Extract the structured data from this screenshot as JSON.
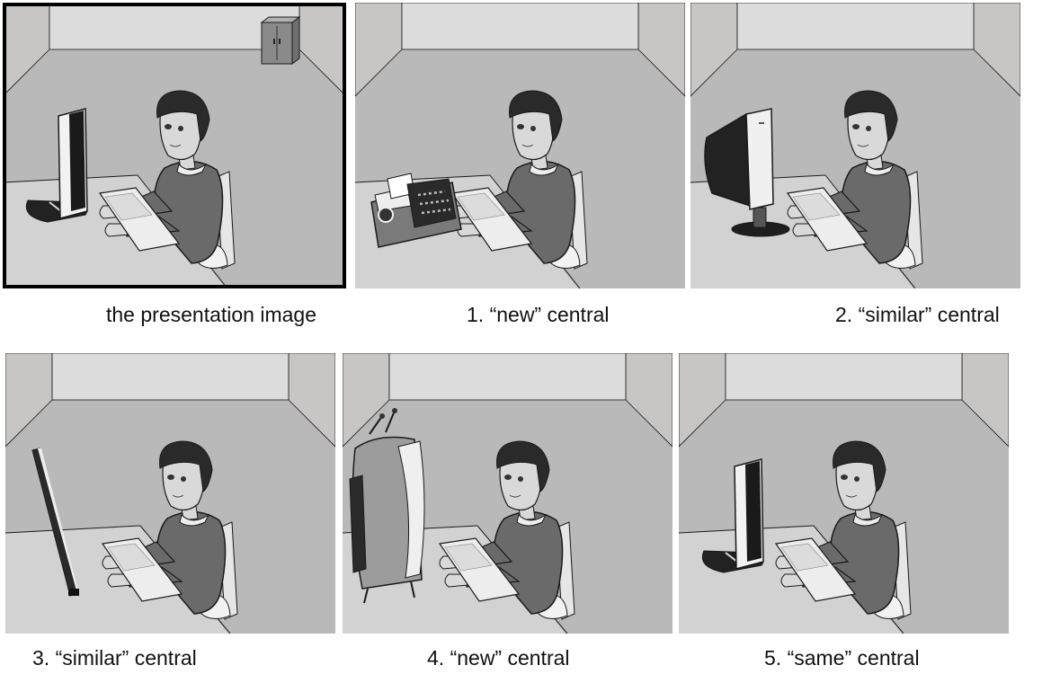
{
  "panels": [
    {
      "caption": "the presentation image",
      "object": "flat-monitor",
      "has_cabinet": true,
      "highlighted": true
    },
    {
      "caption": "1. “new” central",
      "object": "typewriter",
      "has_cabinet": false,
      "highlighted": false
    },
    {
      "caption": "2. “similar” central",
      "object": "crt-monitor",
      "has_cabinet": false,
      "highlighted": false
    },
    {
      "caption": "3. “similar” central",
      "object": "thin-monitor",
      "has_cabinet": false,
      "highlighted": false
    },
    {
      "caption": "4. “new” central",
      "object": "television",
      "has_cabinet": false,
      "highlighted": false
    },
    {
      "caption": "5. “same” central",
      "object": "flat-monitor",
      "has_cabinet": false,
      "highlighted": false
    }
  ],
  "colors": {
    "floor": "#b9b9b9",
    "back_wall": "#dcdcdc",
    "side_wall": "#c8c5c5",
    "desk": "#d2d2d2",
    "sweater": "#6a6a6a",
    "hair": "#2a2a2a",
    "skin": "#d9d9d9",
    "outline": "#1a1a1a",
    "border": "#000000"
  }
}
